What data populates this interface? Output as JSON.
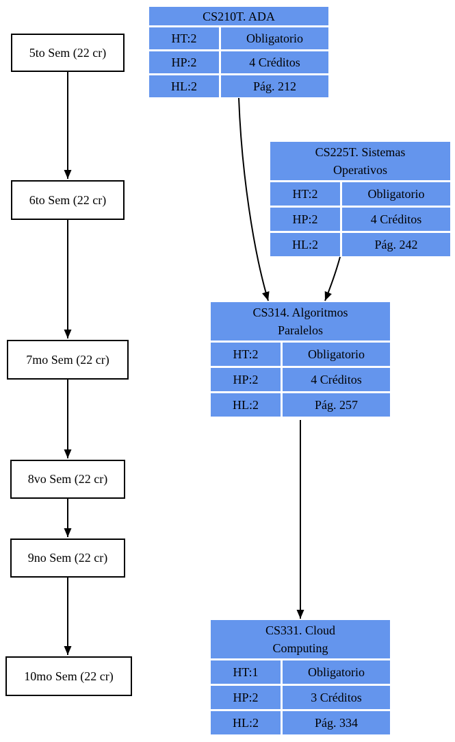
{
  "diagram": {
    "type": "curriculum-flowchart",
    "colors": {
      "course_card_bg": "#6495ED",
      "course_card_text": "#000000",
      "semester_box_bg": "#FFFFFF",
      "semester_box_border": "#000000",
      "edge": "#000000",
      "background": "#FFFFFF"
    },
    "semesters": [
      {
        "label": "5to Sem (22 cr)"
      },
      {
        "label": "6to Sem (22 cr)"
      },
      {
        "label": "7mo Sem (22 cr)"
      },
      {
        "label": "8vo Sem (22 cr)"
      },
      {
        "label": "9no Sem (22 cr)"
      },
      {
        "label": "10mo Sem (22 cr)"
      }
    ],
    "courses": [
      {
        "id": "CS210T",
        "title_lines": [
          "CS210T. ADA"
        ],
        "rows": [
          {
            "left": "HT:2",
            "right": "Obligatorio"
          },
          {
            "left": "HP:2",
            "right": "4 Créditos"
          },
          {
            "left": "HL:2",
            "right": "Pág. 212"
          }
        ]
      },
      {
        "id": "CS225T",
        "title_lines": [
          "CS225T. Sistemas",
          "Operativos"
        ],
        "rows": [
          {
            "left": "HT:2",
            "right": "Obligatorio"
          },
          {
            "left": "HP:2",
            "right": "4 Créditos"
          },
          {
            "left": "HL:2",
            "right": "Pág. 242"
          }
        ]
      },
      {
        "id": "CS314",
        "title_lines": [
          "CS314. Algoritmos",
          "Paralelos"
        ],
        "rows": [
          {
            "left": "HT:2",
            "right": "Obligatorio"
          },
          {
            "left": "HP:2",
            "right": "4 Créditos"
          },
          {
            "left": "HL:2",
            "right": "Pág. 257"
          }
        ]
      },
      {
        "id": "CS331",
        "title_lines": [
          "CS331. Cloud",
          "Computing"
        ],
        "rows": [
          {
            "left": "HT:1",
            "right": "Obligatorio"
          },
          {
            "left": "HP:2",
            "right": "3 Créditos"
          },
          {
            "left": "HL:2",
            "right": "Pág. 334"
          }
        ]
      }
    ],
    "edges": [
      {
        "from": "5to Sem",
        "to": "6to Sem"
      },
      {
        "from": "6to Sem",
        "to": "7mo Sem"
      },
      {
        "from": "7mo Sem",
        "to": "8vo Sem"
      },
      {
        "from": "8vo Sem",
        "to": "9no Sem"
      },
      {
        "from": "9no Sem",
        "to": "10mo Sem"
      },
      {
        "from": "CS210T",
        "to": "CS314"
      },
      {
        "from": "CS225T",
        "to": "CS314"
      },
      {
        "from": "CS314",
        "to": "CS331"
      }
    ]
  }
}
